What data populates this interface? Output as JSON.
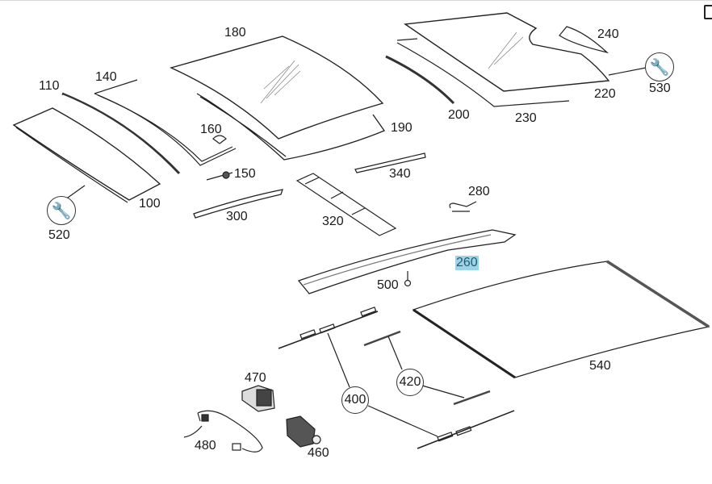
{
  "diagram": {
    "type": "exploded parts diagram - panoramic sunroof",
    "highlighted_part": "260",
    "parts": [
      {
        "id": "100",
        "label": "100"
      },
      {
        "id": "110",
        "label": "110"
      },
      {
        "id": "140",
        "label": "140"
      },
      {
        "id": "150",
        "label": "150"
      },
      {
        "id": "160",
        "label": "160"
      },
      {
        "id": "180",
        "label": "180"
      },
      {
        "id": "190",
        "label": "190"
      },
      {
        "id": "200",
        "label": "200"
      },
      {
        "id": "220",
        "label": "220"
      },
      {
        "id": "230",
        "label": "230"
      },
      {
        "id": "240",
        "label": "240"
      },
      {
        "id": "260",
        "label": "260"
      },
      {
        "id": "280",
        "label": "280"
      },
      {
        "id": "300",
        "label": "300"
      },
      {
        "id": "320",
        "label": "320"
      },
      {
        "id": "340",
        "label": "340"
      },
      {
        "id": "460",
        "label": "460"
      },
      {
        "id": "470",
        "label": "470"
      },
      {
        "id": "480",
        "label": "480"
      },
      {
        "id": "500",
        "label": "500"
      },
      {
        "id": "540",
        "label": "540"
      }
    ],
    "callouts": [
      {
        "id": "400",
        "label": "400"
      },
      {
        "id": "420",
        "label": "420"
      }
    ],
    "tool_references": [
      {
        "id": "520",
        "label": "520",
        "icon": "wrench-icon"
      },
      {
        "id": "530",
        "label": "530",
        "icon": "wrench-icon"
      }
    ],
    "colors": {
      "highlight_bg": "#9fd3e6",
      "highlight_text": "#205a78",
      "line": "#222222"
    }
  }
}
